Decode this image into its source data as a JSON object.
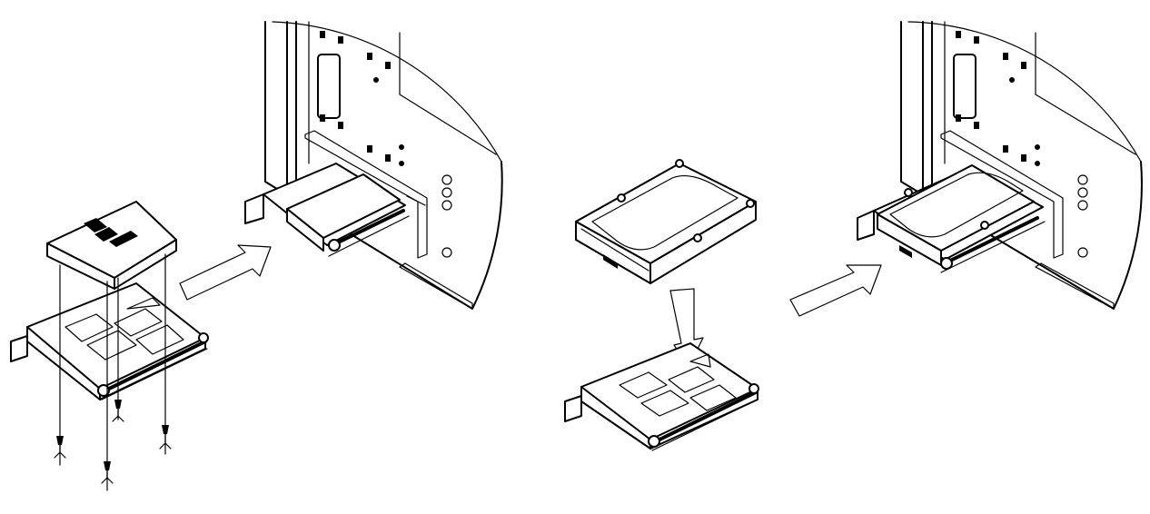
{
  "figure": {
    "panels": [
      {
        "id": "ssd-mount",
        "icon": "ssd-screw-mount-illustration"
      },
      {
        "id": "ssd-insert",
        "icon": "ssd-tray-insert-into-case-illustration"
      },
      {
        "id": "hdd-mount",
        "icon": "hdd-tray-drop-in-illustration"
      },
      {
        "id": "hdd-insert",
        "icon": "hdd-tray-insert-into-case-illustration"
      }
    ],
    "arrows": [
      "insert-arrow-icon",
      "insert-arrow-icon",
      "drop-down-arrow-icon"
    ],
    "stroke_color": "#000000",
    "background": "#ffffff"
  }
}
